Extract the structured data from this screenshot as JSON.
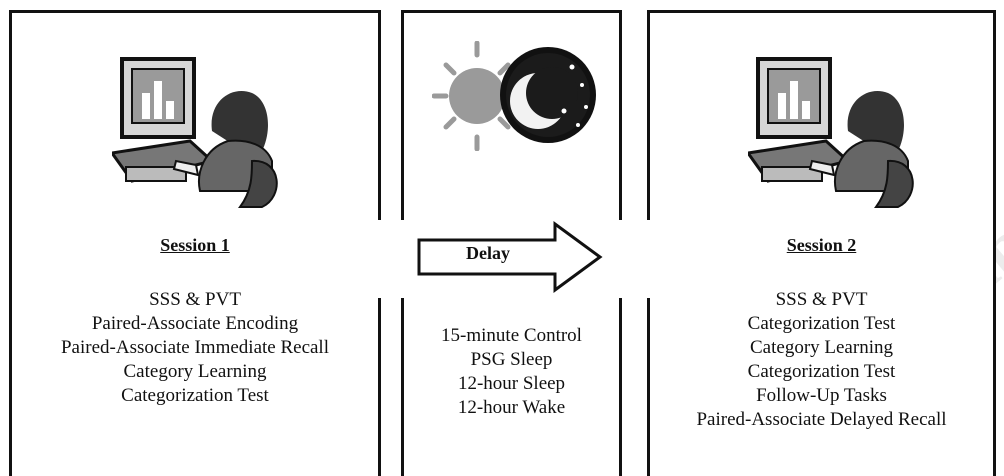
{
  "session1": {
    "title": "Session 1",
    "tasks": [
      "SSS & PVT",
      "Paired-Associate Encoding",
      "Paired-Associate Immediate Recall",
      "Category Learning",
      "Categorization Test"
    ]
  },
  "delay": {
    "label": "Delay",
    "conditions": [
      "15-minute Control",
      "PSG Sleep",
      "12-hour Sleep",
      "12-hour Wake"
    ]
  },
  "session2": {
    "title": "Session 2",
    "tasks": [
      "SSS & PVT",
      "Categorization Test",
      "Category Learning",
      "Categorization Test",
      "Follow-Up Tasks",
      "Paired-Associate Delayed Recall"
    ]
  },
  "watermark": "script",
  "icons": {
    "session1": "computer-user-icon",
    "delay": "day-night-icon",
    "session2": "computer-user-icon"
  },
  "colors": {
    "border": "#111111",
    "icon_gray": "#8a8a8a"
  }
}
